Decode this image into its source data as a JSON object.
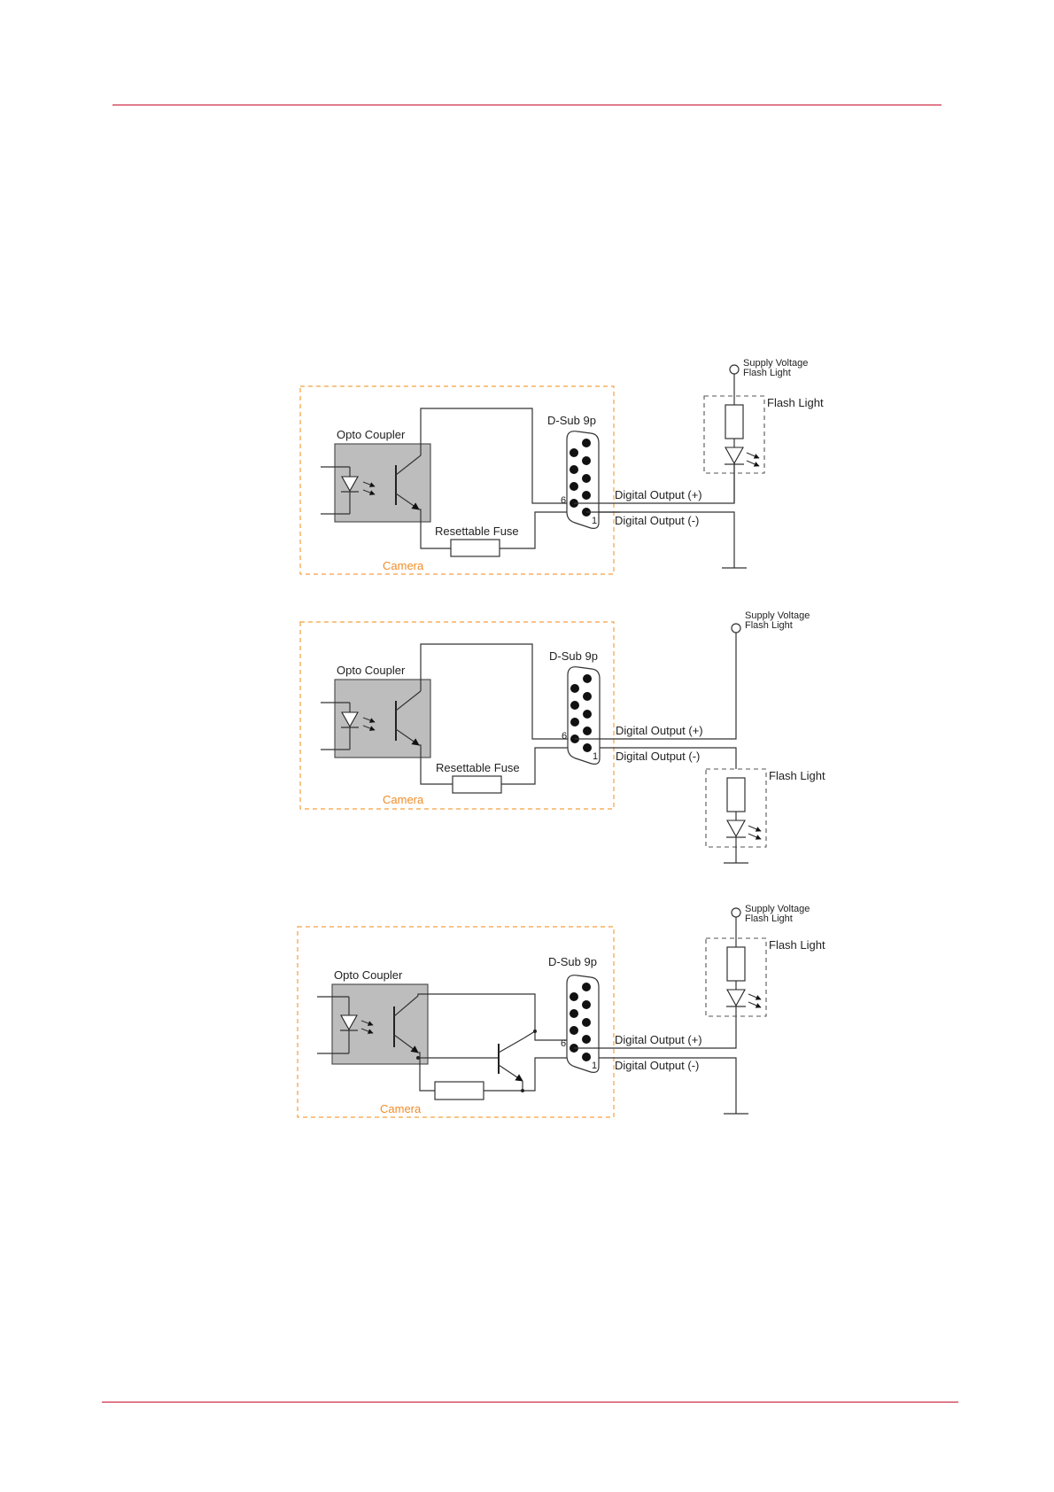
{
  "diagrams": [
    {
      "name": "diagram-1",
      "camera_label": "Camera",
      "opto_label": "Opto Coupler",
      "dsub_label": "D-Sub 9p",
      "fuse_label": "Resettable Fuse",
      "pin_6": "6",
      "pin_1": "1",
      "output_plus": "Digital Output (+)",
      "output_minus": "Digital Output (-)",
      "supply_line1": "Supply Voltage",
      "supply_line2": "Flash Light",
      "flash_label": "Flash Light"
    },
    {
      "name": "diagram-2",
      "camera_label": "Camera",
      "opto_label": "Opto Coupler",
      "dsub_label": "D-Sub 9p",
      "fuse_label": "Resettable Fuse",
      "pin_6": "6",
      "pin_1": "1",
      "output_plus": "Digital Output (+)",
      "output_minus": "Digital Output (-)",
      "supply_line1": "Supply Voltage",
      "supply_line2": "Flash Light",
      "flash_label": "Flash Light"
    },
    {
      "name": "diagram-3",
      "camera_label": "Camera",
      "opto_label": "Opto Coupler",
      "dsub_label": "D-Sub 9p",
      "pin_6": "6",
      "pin_1": "1",
      "output_plus": "Digital Output (+)",
      "output_minus": "Digital Output (-)",
      "supply_line1": "Supply Voltage",
      "supply_line2": "Flash Light",
      "flash_label": "Flash Light"
    }
  ],
  "colors": {
    "rule": "#c8102e",
    "camera_box": "#f5a040",
    "camera_text": "#f28c28",
    "opto_fill": "#bdbdbd"
  }
}
